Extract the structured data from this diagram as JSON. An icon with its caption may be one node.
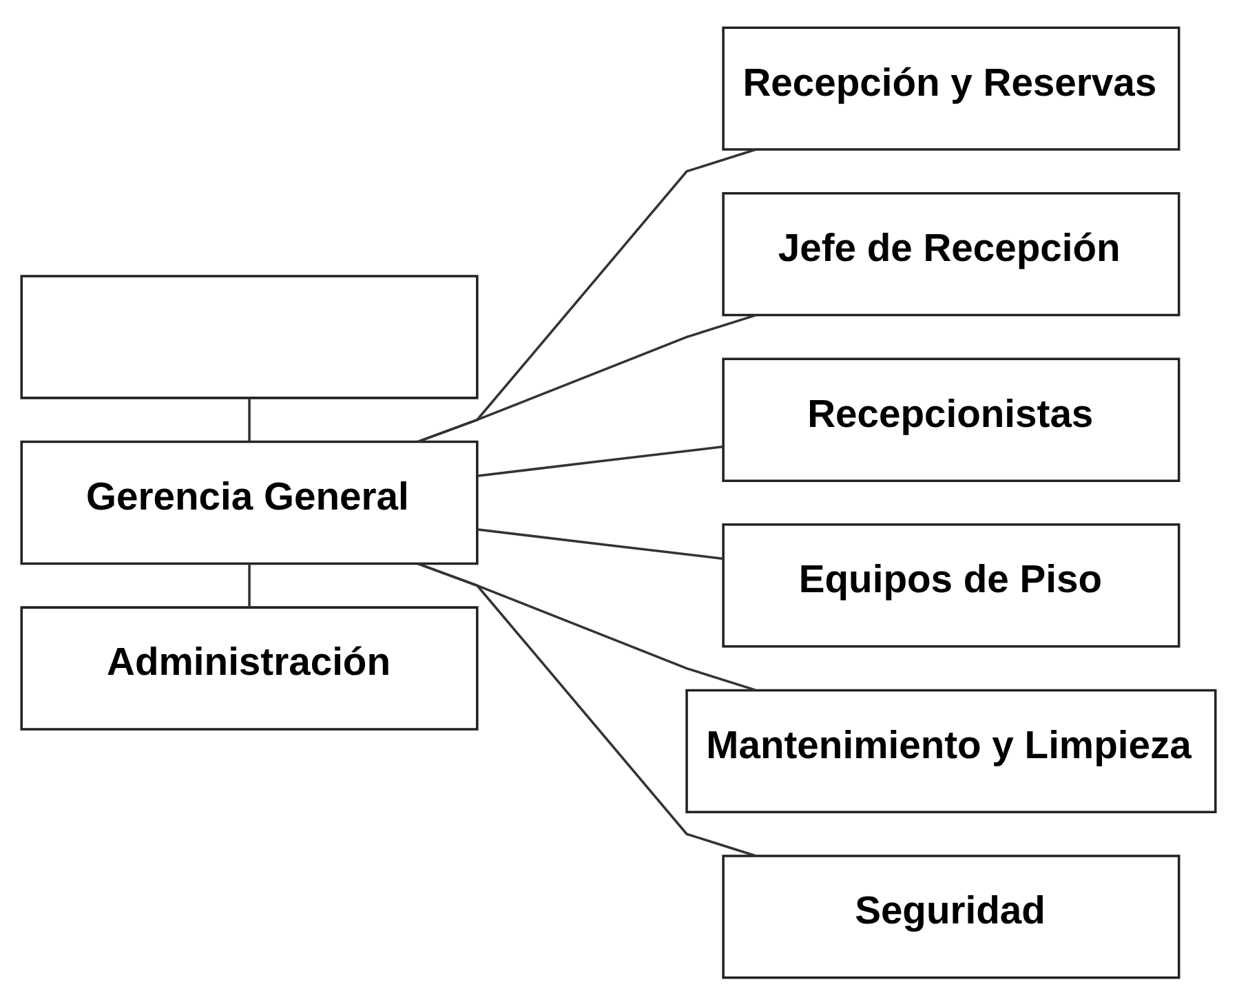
{
  "diagram": {
    "nodes": [
      {
        "text": [],
        "shape": "box"
      },
      {
        "text": [
          "Gerencia General"
        ]
      },
      {
        "text": [
          "Recepción y Reservas"
        ]
      },
      {
        "text": [
          "Jefe de Recepción"
        ]
      },
      {
        "text": [
          "Recepcionistas"
        ]
      },
      {
        "text": [
          "Equipos de Piso"
        ]
      },
      {
        "text": [
          "Mantenimiento y Limpieza"
        ]
      },
      {
        "text": [
          "Seguridad"
        ]
      },
      {
        "text": [
          "Administración"
        ]
      }
    ],
    "edges": [
      {
        "from": 0,
        "to": 1,
        "arrow": "none"
      },
      {
        "from": 1,
        "to": 2,
        "arrow": "none"
      },
      {
        "from": 1,
        "to": 3,
        "arrow": "none"
      },
      {
        "from": 1,
        "to": 4,
        "arrow": "none"
      },
      {
        "from": 1,
        "to": 5,
        "arrow": "none"
      },
      {
        "from": 1,
        "to": 6,
        "arrow": "none"
      },
      {
        "from": 1,
        "to": 7,
        "arrow": "none"
      },
      {
        "from": 1,
        "to": 8,
        "arrow": "none"
      }
    ]
  }
}
